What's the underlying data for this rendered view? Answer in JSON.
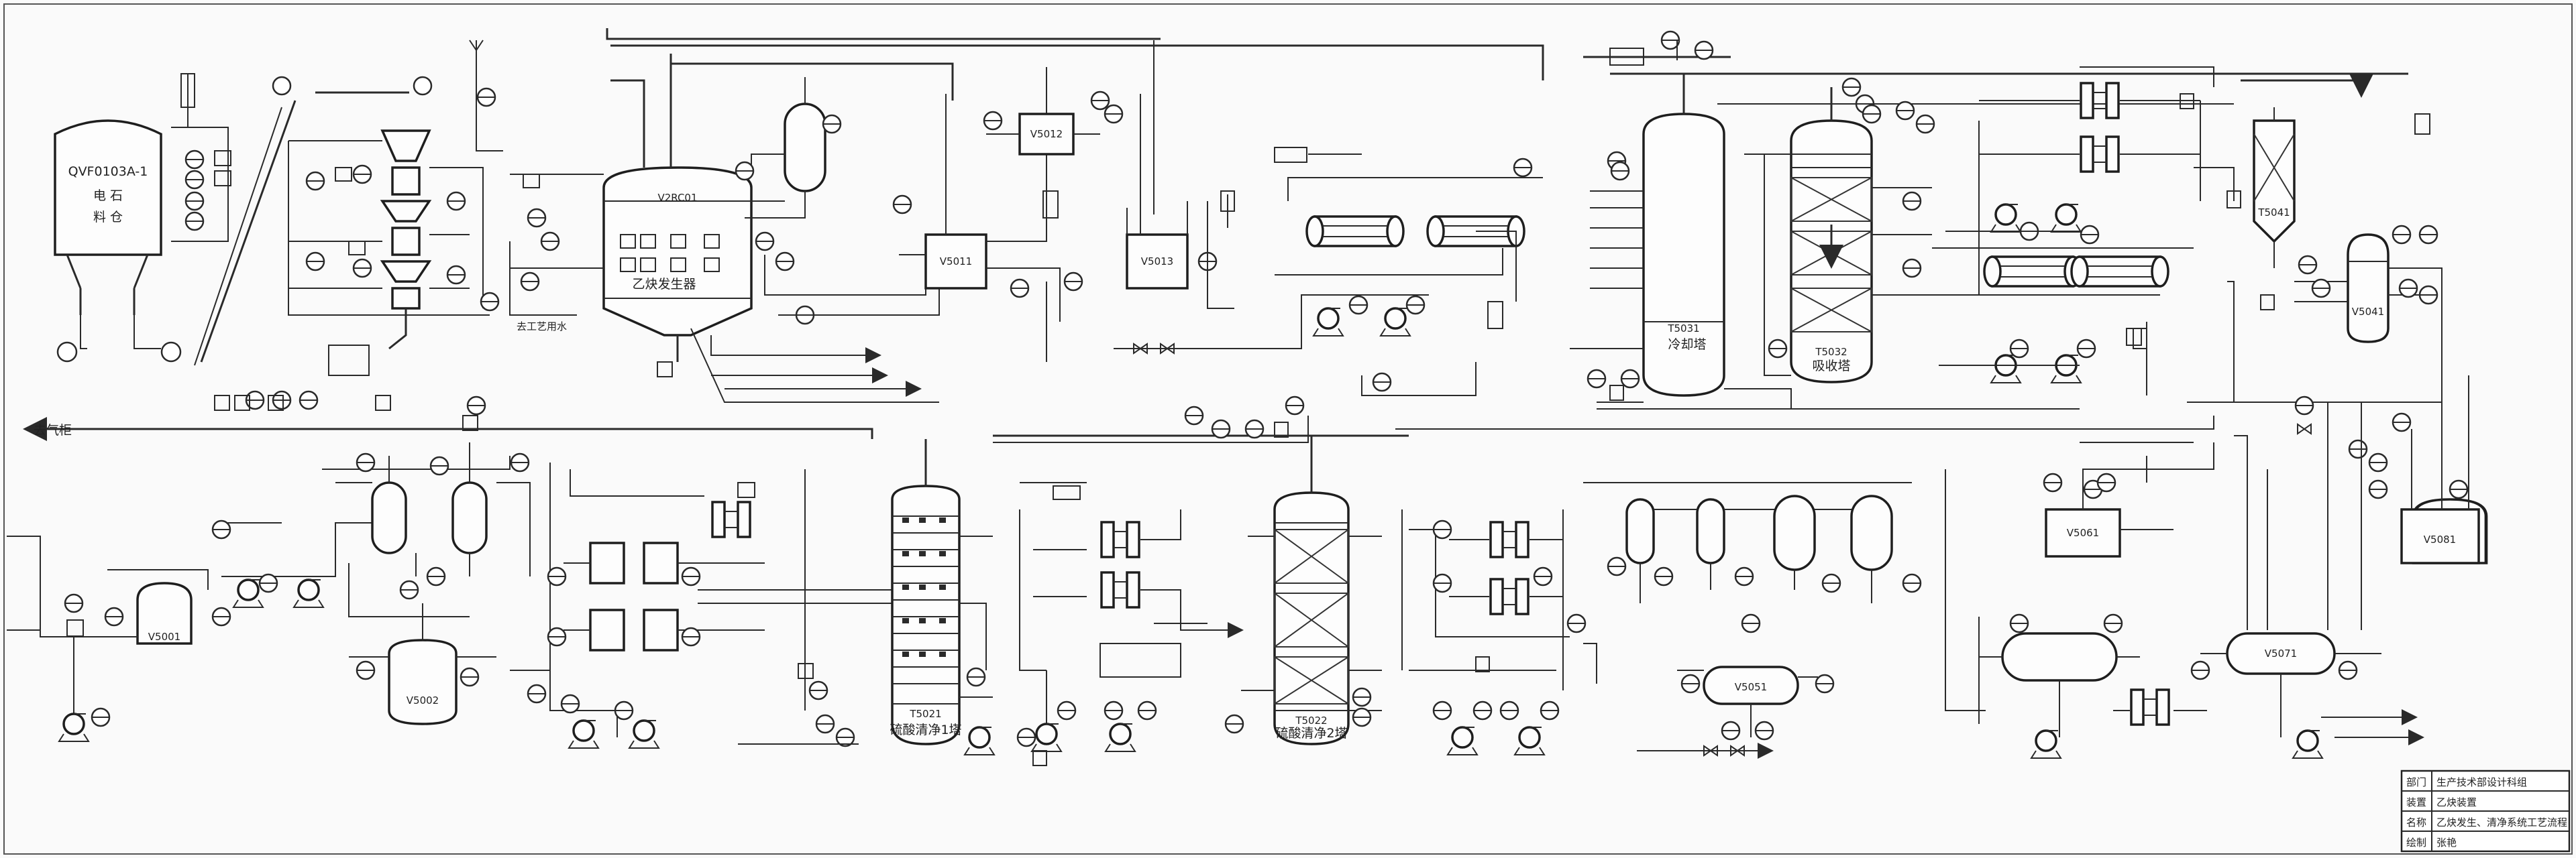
{
  "silo": {
    "tag": "QVF0103A-1",
    "name_line1": "电 石",
    "name_line2": "料 仓"
  },
  "generator": {
    "tag": "V2RC01",
    "name": "乙炔发生器"
  },
  "left_arrow_label": "去气柜",
  "top_feed_label": "去工艺用水",
  "clean_tower_left": {
    "tag": "T5021",
    "name": "硫酸清净1塔"
  },
  "clean_tower_mid": {
    "tag": "T5022",
    "name": "硫酸清净2塔"
  },
  "cooling_tower": {
    "tag": "T5031",
    "name": "冷却塔"
  },
  "absorber": {
    "tag": "T5032",
    "name": "吸收塔"
  },
  "title_block": {
    "rows": [
      {
        "key": "部门",
        "value": "生产技术部设计科组"
      },
      {
        "key": "装置",
        "value": "乙炔装置"
      },
      {
        "key": "名称",
        "value": "乙炔发生、清净系统工艺流程"
      },
      {
        "key": "绘制",
        "value": "张艳"
      }
    ]
  },
  "colors": {
    "line": "#2a2a2a",
    "paper": "#fafafa"
  },
  "icons": [
    "motor-icon",
    "valve-icon",
    "instrument-bubble-icon",
    "pump-icon",
    "arrow-icon"
  ]
}
